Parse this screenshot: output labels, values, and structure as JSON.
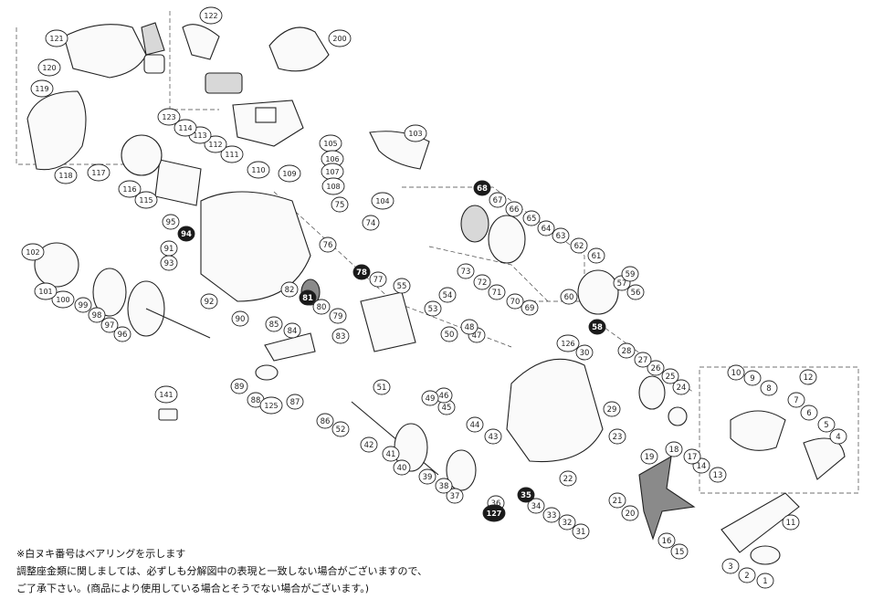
{
  "diagram": {
    "type": "exploded-parts-diagram",
    "callouts": [
      {
        "label": "1"
      },
      {
        "label": "2"
      },
      {
        "label": "3"
      },
      {
        "label": "4"
      },
      {
        "label": "5"
      },
      {
        "label": "6"
      },
      {
        "label": "7"
      },
      {
        "label": "8"
      },
      {
        "label": "9"
      },
      {
        "label": "10"
      },
      {
        "label": "11"
      },
      {
        "label": "12"
      },
      {
        "label": "13"
      },
      {
        "label": "14"
      },
      {
        "label": "15"
      },
      {
        "label": "16"
      },
      {
        "label": "17"
      },
      {
        "label": "18"
      },
      {
        "label": "19"
      },
      {
        "label": "20"
      },
      {
        "label": "21"
      },
      {
        "label": "22"
      },
      {
        "label": "23"
      },
      {
        "label": "24"
      },
      {
        "label": "25"
      },
      {
        "label": "26"
      },
      {
        "label": "27"
      },
      {
        "label": "28"
      },
      {
        "label": "29"
      },
      {
        "label": "30"
      },
      {
        "label": "31"
      },
      {
        "label": "32"
      },
      {
        "label": "33"
      },
      {
        "label": "34"
      },
      {
        "label": "35",
        "style": "filled"
      },
      {
        "label": "36"
      },
      {
        "label": "37"
      },
      {
        "label": "38"
      },
      {
        "label": "39"
      },
      {
        "label": "40"
      },
      {
        "label": "41"
      },
      {
        "label": "42"
      },
      {
        "label": "43"
      },
      {
        "label": "44"
      },
      {
        "label": "45"
      },
      {
        "label": "46"
      },
      {
        "label": "47"
      },
      {
        "label": "48"
      },
      {
        "label": "49"
      },
      {
        "label": "50"
      },
      {
        "label": "51"
      },
      {
        "label": "52"
      },
      {
        "label": "53"
      },
      {
        "label": "54"
      },
      {
        "label": "55"
      },
      {
        "label": "56"
      },
      {
        "label": "57"
      },
      {
        "label": "58",
        "style": "filled"
      },
      {
        "label": "59"
      },
      {
        "label": "60"
      },
      {
        "label": "61"
      },
      {
        "label": "62"
      },
      {
        "label": "63"
      },
      {
        "label": "64"
      },
      {
        "label": "65"
      },
      {
        "label": "66"
      },
      {
        "label": "67"
      },
      {
        "label": "68",
        "style": "filled"
      },
      {
        "label": "69"
      },
      {
        "label": "70"
      },
      {
        "label": "71"
      },
      {
        "label": "72"
      },
      {
        "label": "73"
      },
      {
        "label": "74"
      },
      {
        "label": "75"
      },
      {
        "label": "76"
      },
      {
        "label": "77"
      },
      {
        "label": "78",
        "style": "filled"
      },
      {
        "label": "79"
      },
      {
        "label": "80"
      },
      {
        "label": "81",
        "style": "filled"
      },
      {
        "label": "82"
      },
      {
        "label": "83"
      },
      {
        "label": "84"
      },
      {
        "label": "85"
      },
      {
        "label": "86"
      },
      {
        "label": "87"
      },
      {
        "label": "88"
      },
      {
        "label": "89"
      },
      {
        "label": "90"
      },
      {
        "label": "91"
      },
      {
        "label": "92"
      },
      {
        "label": "93"
      },
      {
        "label": "94",
        "style": "filled"
      },
      {
        "label": "95"
      },
      {
        "label": "96"
      },
      {
        "label": "97"
      },
      {
        "label": "98"
      },
      {
        "label": "99"
      },
      {
        "label": "100"
      },
      {
        "label": "101"
      },
      {
        "label": "102"
      },
      {
        "label": "103"
      },
      {
        "label": "104"
      },
      {
        "label": "105"
      },
      {
        "label": "106"
      },
      {
        "label": "107"
      },
      {
        "label": "108"
      },
      {
        "label": "109"
      },
      {
        "label": "110"
      },
      {
        "label": "111"
      },
      {
        "label": "112"
      },
      {
        "label": "113"
      },
      {
        "label": "114"
      },
      {
        "label": "115"
      },
      {
        "label": "116"
      },
      {
        "label": "117"
      },
      {
        "label": "118"
      },
      {
        "label": "119"
      },
      {
        "label": "120"
      },
      {
        "label": "121"
      },
      {
        "label": "122"
      },
      {
        "label": "123"
      },
      {
        "label": "125"
      },
      {
        "label": "126"
      },
      {
        "label": "127",
        "style": "filled"
      },
      {
        "label": "141"
      },
      {
        "label": "200"
      }
    ]
  },
  "notes": {
    "line1": "※白ヌキ番号はベアリングを示します",
    "line2": "調整座金類に関しましては、必ずしも分解図中の表現と一致しない場合がございますので、",
    "line3": "ご了承下さい。(商品により使用している場合とそうでない場合がございます。)"
  },
  "colors": {
    "ink": "#222222",
    "filled_callout": "#1a1a1a",
    "paper": "#ffffff"
  }
}
